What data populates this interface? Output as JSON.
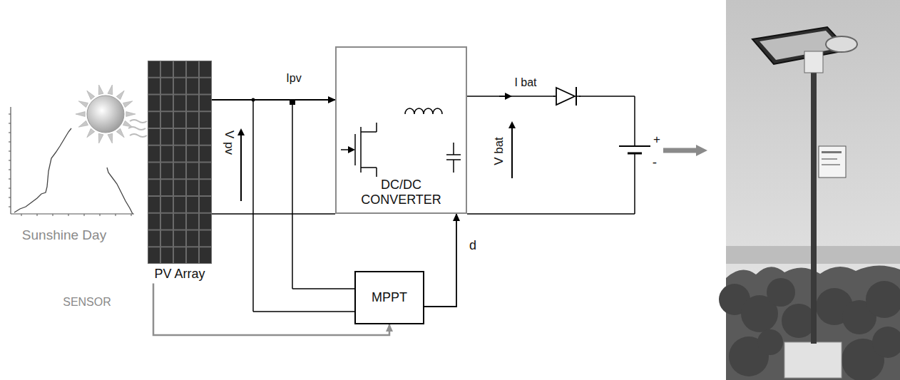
{
  "diagram": {
    "nodes": [
      {
        "text": [
          "PV Array"
        ]
      },
      {
        "text": [
          "DC/DC CONVERTER"
        ]
      },
      {
        "text": [
          "MPPT"
        ]
      }
    ],
    "edges": [
      {
        "from": 0,
        "to": 1,
        "arrow": "to"
      },
      {
        "from": 2,
        "to": 1,
        "arrow": "to",
        "label": "d"
      },
      {
        "from": 0,
        "to": 2,
        "arrow": "to",
        "label": "SENSOR"
      }
    ],
    "labels": [
      "Sunshine Day",
      "Ipv",
      "V pv",
      "I bat",
      "V bat",
      "+",
      "-"
    ]
  }
}
